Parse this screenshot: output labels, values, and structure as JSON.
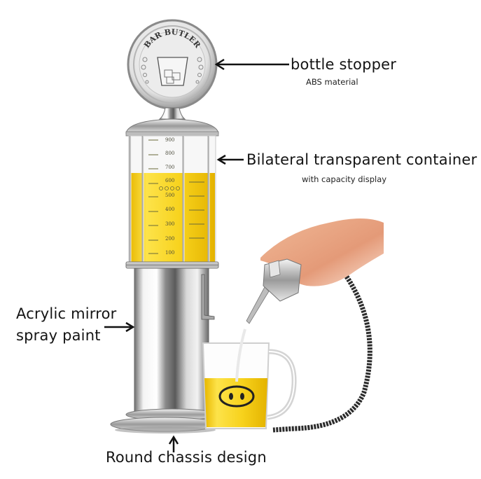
{
  "product": {
    "name": "Bar Butler liquor dispenser",
    "badge_text": "BAR BUTLER",
    "scale_marks": [
      "900",
      "800",
      "700",
      "600",
      "500",
      "400",
      "300",
      "200",
      "100"
    ],
    "liquid_color": "#f7d21c",
    "chrome_color": "#c9c9c9",
    "hose_color": "#2b2b2b"
  },
  "annotations": {
    "bottle_stopper": {
      "title": "bottle stopper",
      "subtitle": "ABS material"
    },
    "container": {
      "title": "Bilateral transparent container",
      "subtitle": "with capacity display"
    },
    "body": {
      "line1": "Acrylic mirror",
      "line2": "spray paint"
    },
    "base": {
      "title": "Round chassis design"
    }
  }
}
